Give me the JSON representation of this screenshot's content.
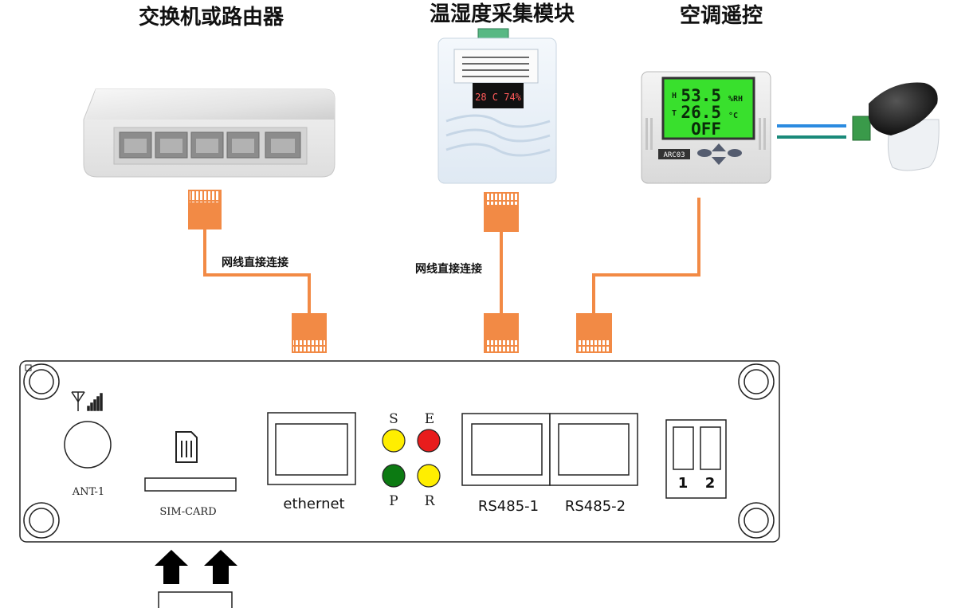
{
  "titles": {
    "switch": "交换机或路由器",
    "sensor": "温湿度采集模块",
    "ac": "空调遥控"
  },
  "cable_labels": {
    "left": "网线直接连接",
    "middle": "网线直接连接"
  },
  "sensor_display": {
    "reading": "28 C 74%"
  },
  "ac_display": {
    "line1_value": "53.5",
    "line1_unit": "%RH",
    "line2_value": "26.5",
    "line2_unit": "°C",
    "line3_value": "OFF",
    "line1_prefix": "H",
    "line2_prefix": "T",
    "model": "ARC03"
  },
  "device_panel": {
    "antenna_label": "ANT-1",
    "sim_label": "SIM-CARD",
    "ethernet_label": "ethernet",
    "led_labels": [
      "S",
      "E",
      "P",
      "R"
    ],
    "rs485_1_label": "RS485-1",
    "rs485_2_label": "RS485-2",
    "dip_labels": [
      "1",
      "2"
    ]
  },
  "colors": {
    "cable": "#f28a45",
    "led_yellow": "#ffee00",
    "led_red": "#e81c1c",
    "led_green": "#0c7a12",
    "lcd_green": "#39e02d",
    "line_blue": "#2b8be0",
    "line_teal": "#1a8a7a"
  }
}
